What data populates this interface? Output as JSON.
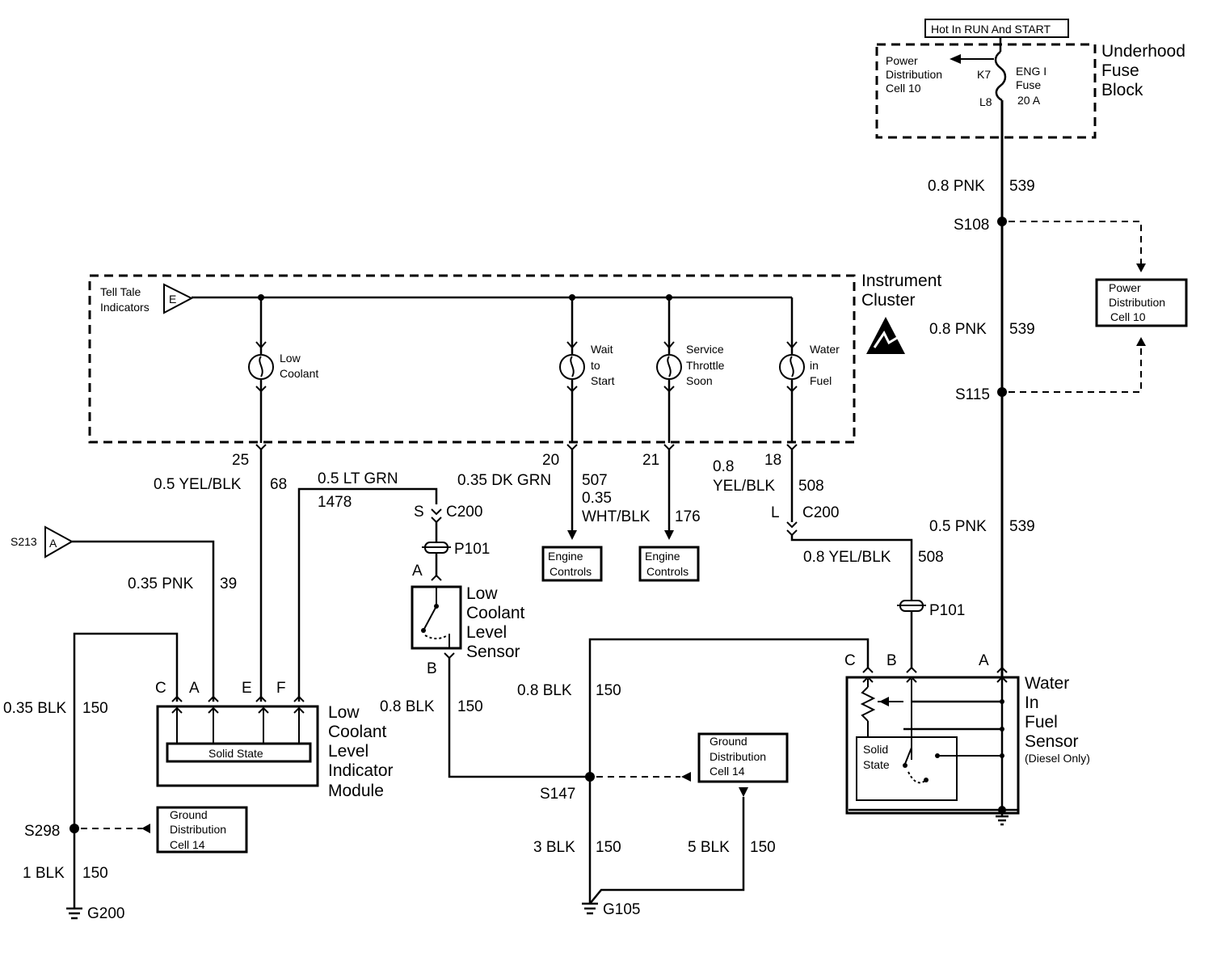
{
  "supply": {
    "hot_label": "Hot In RUN And START",
    "fuse_block_title": [
      "Underhood",
      "Fuse",
      "Block"
    ],
    "power_dist_label": [
      "Power",
      "Distribution",
      "Cell 10"
    ],
    "k7": "K7",
    "l8": "L8",
    "fuse_label": [
      "ENG I",
      "Fuse",
      "20 A"
    ],
    "wire_539_a": {
      "size_color": "0.8 PNK",
      "circuit": "539"
    },
    "s108": "S108",
    "wire_539_b": {
      "size_color": "0.8 PNK",
      "circuit": "539"
    },
    "s115": "S115",
    "wire_539_c": {
      "size_color": "0.5 PNK",
      "circuit": "539"
    },
    "power_dist_box": [
      "Power",
      "Distribution",
      "Cell 10"
    ]
  },
  "cluster": {
    "title": [
      "Instrument",
      "Cluster"
    ],
    "telltale": [
      "Tell Tale",
      "Indicators"
    ],
    "connector_e": "E",
    "bulbs": [
      {
        "label": [
          "Low",
          "Coolant"
        ]
      },
      {
        "label": [
          "Wait",
          "to",
          "Start"
        ]
      },
      {
        "label": [
          "Service",
          "Throttle",
          "Soon"
        ]
      },
      {
        "label": [
          "Water",
          "in",
          "Fuel"
        ]
      }
    ]
  },
  "wires": {
    "pin25": "25",
    "w68": {
      "size_color": "0.5 YEL/BLK",
      "circuit": "68"
    },
    "w1478": {
      "size_color": "0.5 LT GRN",
      "circuit": "1478"
    },
    "pin20": "20",
    "w507": {
      "size_color": "0.35 DK GRN",
      "circuit": "507"
    },
    "w176": {
      "size_color_1": "0.35",
      "size_color_2": "WHT/BLK",
      "circuit": "176"
    },
    "pin21": "21",
    "w508_top": {
      "size_1": "0.8",
      "color": "YEL/BLK",
      "circuit": "508"
    },
    "pin18": "18",
    "c200_s": {
      "pin": "S",
      "conn": "C200"
    },
    "c200_l": {
      "pin": "L",
      "conn": "C200"
    },
    "p101_a": "P101",
    "p101_b": "P101",
    "w508_bottom": {
      "size_color": "0.8 YEL/BLK",
      "circuit": "508"
    },
    "engine_controls_1": [
      "Engine",
      "Controls"
    ],
    "engine_controls_2": [
      "Engine",
      "Controls"
    ],
    "s213": "S213",
    "connector_a": "A",
    "w39": {
      "size_color": "0.35 PNK",
      "circuit": "39"
    }
  },
  "sensor_low_coolant": {
    "pin_a": "A",
    "pin_b": "B",
    "title": [
      "Low",
      "Coolant",
      "Level",
      "Sensor"
    ],
    "w150": {
      "size_color": "0.8 BLK",
      "circuit": "150"
    }
  },
  "module": {
    "pins": [
      "C",
      "A",
      "E",
      "F"
    ],
    "inner": "Solid State",
    "title": [
      "Low",
      "Coolant",
      "Level",
      "Indicator",
      "Module"
    ],
    "w150": {
      "size_color": "0.35 BLK",
      "circuit": "150"
    }
  },
  "ground_left": {
    "s298": "S298",
    "ground_box": [
      "Ground",
      "Distribution",
      "Cell 14"
    ],
    "w150": {
      "size_color": "1 BLK",
      "circuit": "150"
    },
    "g200": "G200"
  },
  "ground_mid": {
    "w150_top": {
      "size_color": "0.8 BLK",
      "circuit": "150"
    },
    "s147": "S147",
    "ground_box": [
      "Ground",
      "Distribution",
      "Cell 14"
    ],
    "w150_left": {
      "size_color": "3 BLK",
      "circuit": "150"
    },
    "w150_right": {
      "size_color": "5 BLK",
      "circuit": "150"
    },
    "g105": "G105"
  },
  "wif_sensor": {
    "pins": [
      "C",
      "B",
      "A"
    ],
    "title": [
      "Water",
      "In",
      "Fuel",
      "Sensor"
    ],
    "note": "(Diesel Only)",
    "inner": [
      "Solid",
      "State"
    ]
  }
}
